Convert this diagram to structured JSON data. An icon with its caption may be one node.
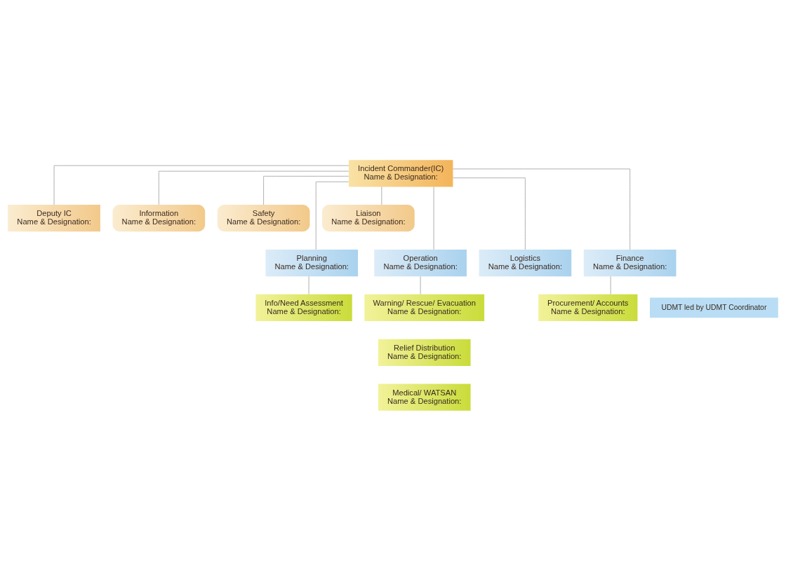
{
  "diagram": {
    "nodes": [
      {
        "text": [
          "Incident Commander(IC)",
          "Name & Designation:"
        ]
      },
      {
        "text": [
          "Deputy IC",
          "Name & Designation:"
        ]
      },
      {
        "text": [
          "Information",
          "Name & Designation:"
        ]
      },
      {
        "text": [
          "Safety",
          "Name & Designation:"
        ]
      },
      {
        "text": [
          "Liaison",
          "Name & Designation:"
        ]
      },
      {
        "text": [
          "Planning",
          "Name & Designation:"
        ]
      },
      {
        "text": [
          "Operation",
          "Name & Designation:"
        ]
      },
      {
        "text": [
          "Logistics",
          "Name & Designation:"
        ]
      },
      {
        "text": [
          "Finance",
          "Name & Designation:"
        ]
      },
      {
        "text": [
          "Info/Need Assessment",
          "Name & Designation:"
        ]
      },
      {
        "text": [
          "Warning/ Rescue/ Evacuation",
          "Name & Designation:"
        ]
      },
      {
        "text": [
          "Relief Distribution",
          "Name & Designation:"
        ]
      },
      {
        "text": [
          "Medical/ WATSAN",
          "Name & Designation:"
        ]
      },
      {
        "text": [
          "Procurement/ Accounts",
          "Name & Designation:"
        ]
      },
      {
        "text": [
          "UDMT led by UDMT Coordinator"
        ]
      }
    ],
    "edges": [
      {
        "from": 0,
        "to": 1,
        "arrow": "none"
      },
      {
        "from": 0,
        "to": 2,
        "arrow": "none"
      },
      {
        "from": 0,
        "to": 3,
        "arrow": "none"
      },
      {
        "from": 0,
        "to": 4,
        "arrow": "none"
      },
      {
        "from": 0,
        "to": 5,
        "arrow": "none"
      },
      {
        "from": 0,
        "to": 6,
        "arrow": "none"
      },
      {
        "from": 0,
        "to": 7,
        "arrow": "none"
      },
      {
        "from": 0,
        "to": 8,
        "arrow": "none"
      },
      {
        "from": 5,
        "to": 9,
        "arrow": "none"
      },
      {
        "from": 6,
        "to": 10,
        "arrow": "none"
      },
      {
        "from": 8,
        "to": 13,
        "arrow": "none"
      }
    ]
  }
}
